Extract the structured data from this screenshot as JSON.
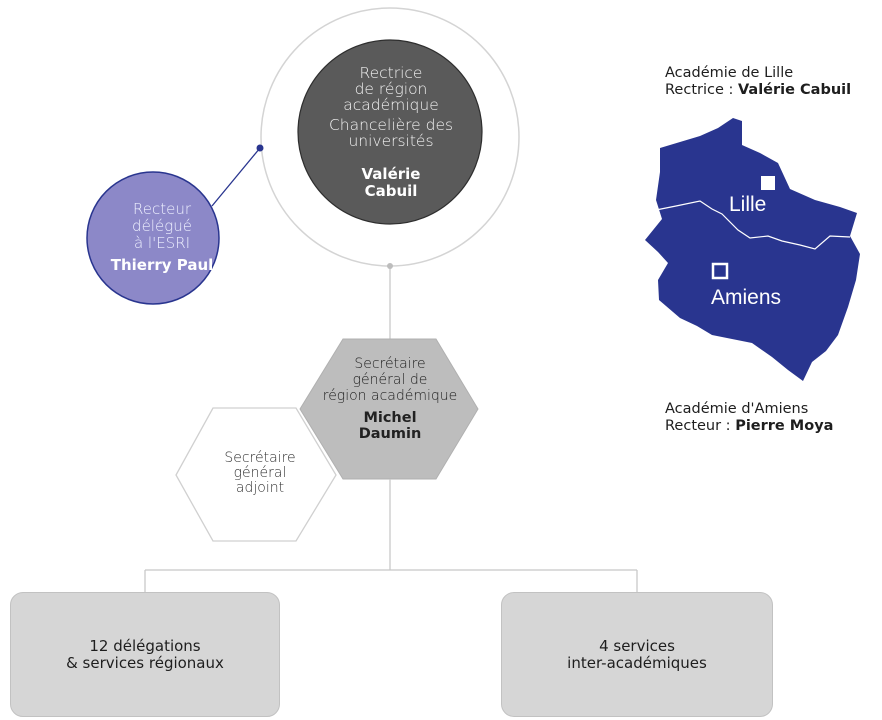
{
  "colors": {
    "rector_fill": "#5a5a5a",
    "esri_fill": "#8c88c8",
    "map_fill": "#29358f",
    "hex_fill": "#bdbdbd",
    "box_fill": "#d6d6d6"
  },
  "rector": {
    "role_line1": "Rectrice",
    "role_line2": "de région",
    "role_line3": "académique",
    "role_line4": "Chancelière des",
    "role_line5": "universités",
    "name_line1": "Valérie",
    "name_line2": "Cabuil"
  },
  "esri": {
    "line1": "Recteur",
    "line2": "délégué",
    "line3": "à l'ESRI",
    "name": "Thierry Paul"
  },
  "secretary": {
    "line1": "Secrétaire",
    "line2": "général de",
    "line3": "région académique",
    "name_line1": "Michel",
    "name_line2": "Daumin"
  },
  "deputy": {
    "line1": "Secrétaire",
    "line2": "général",
    "line3": "adjoint"
  },
  "services": [
    {
      "line1": "12 délégations",
      "line2": "& services régionaux"
    },
    {
      "line1": "4 services",
      "line2": "inter-académiques"
    }
  ],
  "academies": {
    "lille": {
      "title": "Académie de Lille",
      "role": "Rectrice : ",
      "name": "Valérie Cabuil",
      "city": "Lille"
    },
    "amiens": {
      "title": "Académie d'Amiens",
      "role": "Recteur : ",
      "name": "Pierre Moya",
      "city": "Amiens"
    }
  }
}
